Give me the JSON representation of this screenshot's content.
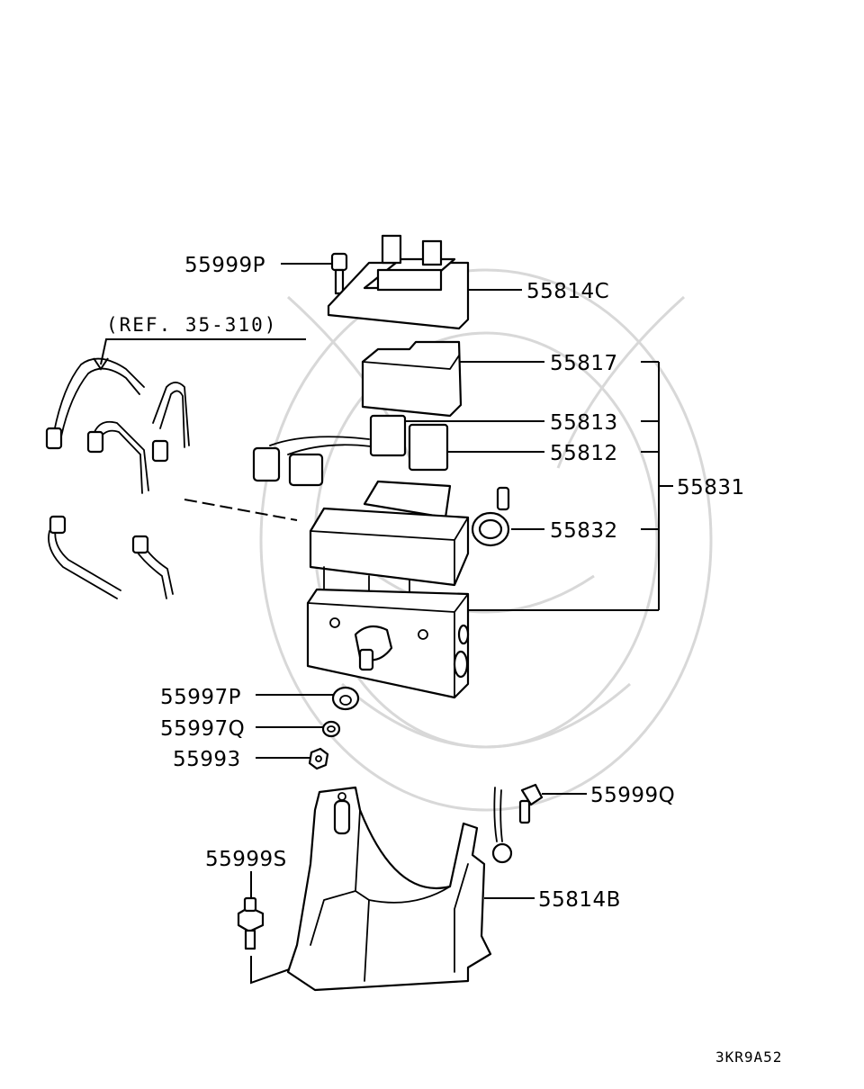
{
  "reference": "(REF. 35-310)",
  "drawing_code": "3KR9A52",
  "labels": {
    "p55999P": "55999P",
    "p55814C": "55814C",
    "p55817": "55817",
    "p55813": "55813",
    "p55812": "55812",
    "p55831": "55831",
    "p55832": "55832",
    "p55997P": "55997P",
    "p55997Q": "55997Q",
    "p55993": "55993",
    "p55999Q": "55999Q",
    "p55999S": "55999S",
    "p55814B": "55814B"
  }
}
